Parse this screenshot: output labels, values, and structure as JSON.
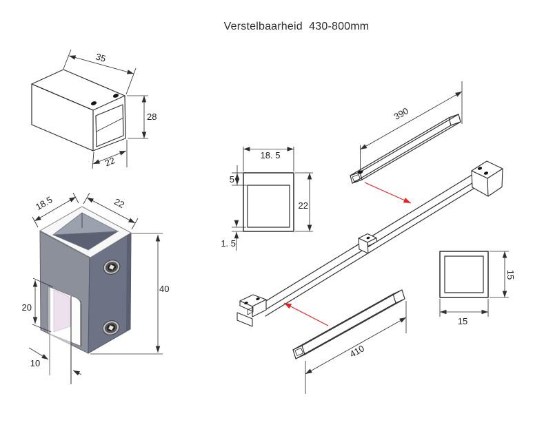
{
  "title": "Verstelbaarheid  430-800mm",
  "colors": {
    "line": "#2e2e2e",
    "red_arrow": "#e0241f",
    "clamp_body_left": "#8b909b",
    "clamp_body_right": "#6d7385",
    "glass_gasket": "#d8c3da",
    "rim_white": "#f7f7f7"
  },
  "parts": {
    "connector_box": {
      "width": "35",
      "height": "28",
      "depth": "22"
    },
    "glass_clamp": {
      "depth": "18.5",
      "width": "22",
      "height": "40",
      "slot_height": "20",
      "glass_thickness": "10"
    },
    "profile_section": {
      "width": "18. 5",
      "top_inset": "5",
      "height": "22",
      "wall": "1. 5"
    },
    "upper_bar": {
      "length": "390"
    },
    "lower_bar": {
      "length": "410"
    },
    "tube_section": {
      "width": "15",
      "height": "15"
    }
  }
}
